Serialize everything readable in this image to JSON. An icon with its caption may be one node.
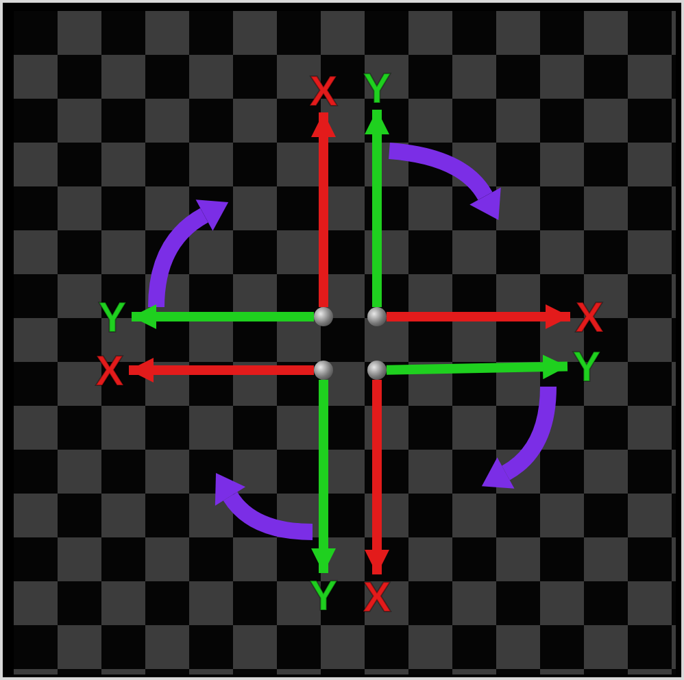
{
  "diagram": {
    "nodes": [
      {
        "text": [
          "X"
        ]
      },
      {
        "text": [
          "Y"
        ]
      },
      {
        "text": [
          "Y"
        ]
      },
      {
        "text": [],
        "shape": "circle"
      },
      {
        "text": [],
        "shape": "circle"
      },
      {
        "text": [
          "X"
        ]
      },
      {
        "text": [
          "X"
        ]
      },
      {
        "text": [],
        "shape": "circle"
      },
      {
        "text": [],
        "shape": "circle"
      },
      {
        "text": [
          "Y"
        ]
      },
      {
        "text": [
          "Y"
        ]
      },
      {
        "text": [
          "X"
        ]
      }
    ],
    "edges": [
      {
        "from": 3,
        "to": 0,
        "arrow": "to",
        "color": "#e31b1b"
      },
      {
        "from": 3,
        "to": 2,
        "arrow": "to",
        "color": "#1fd01f"
      },
      {
        "from": 4,
        "to": 1,
        "arrow": "to",
        "color": "#1fd01f"
      },
      {
        "from": 4,
        "to": 5,
        "arrow": "to",
        "color": "#e31b1b"
      },
      {
        "from": 7,
        "to": 6,
        "arrow": "to",
        "color": "#e31b1b"
      },
      {
        "from": 7,
        "to": 10,
        "arrow": "to",
        "color": "#1fd01f"
      },
      {
        "from": 8,
        "to": 9,
        "arrow": "to",
        "color": "#1fd01f"
      },
      {
        "from": 8,
        "to": 11,
        "arrow": "to",
        "color": "#e31b1b"
      }
    ]
  }
}
